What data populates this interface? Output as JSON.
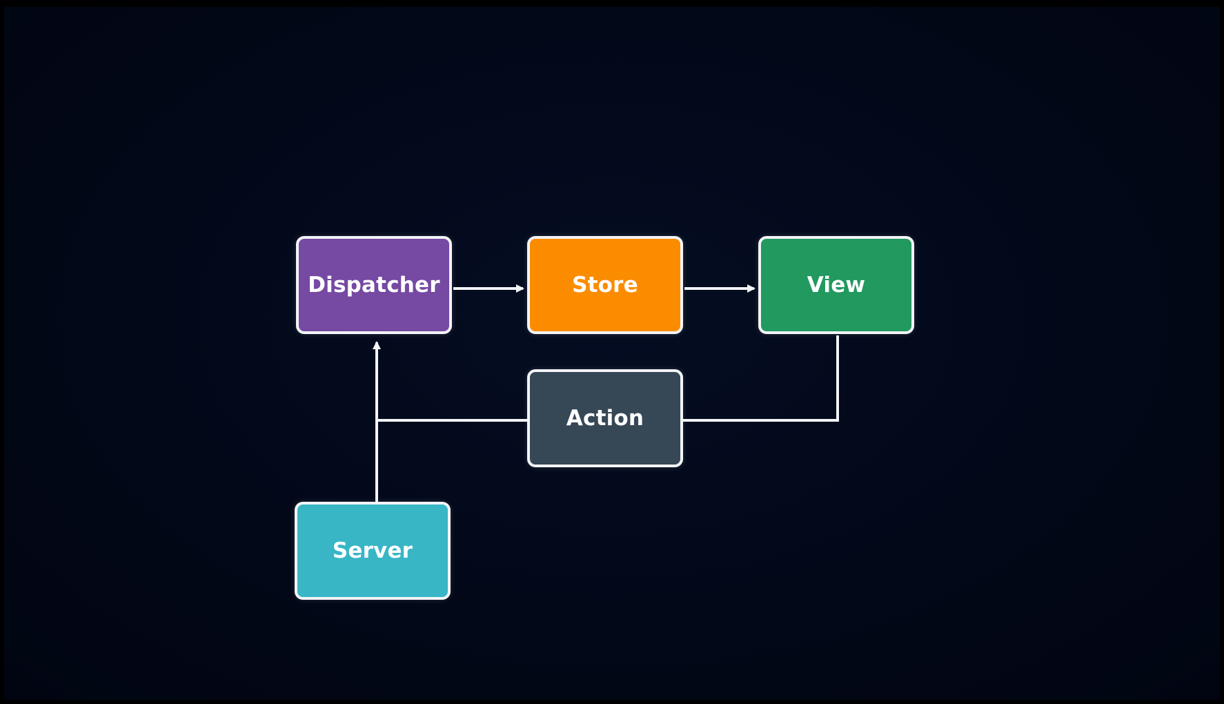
{
  "nodes": {
    "dispatcher": {
      "label": "Dispatcher",
      "color": "#7649a2"
    },
    "store": {
      "label": "Store",
      "color": "#fb8c00"
    },
    "view": {
      "label": "View",
      "color": "#21995f"
    },
    "action": {
      "label": "Action",
      "color": "#364756"
    },
    "server": {
      "label": "Server",
      "color": "#38b6c5"
    }
  },
  "colors": {
    "connector": "#f2f4f7",
    "background": "#020818"
  }
}
